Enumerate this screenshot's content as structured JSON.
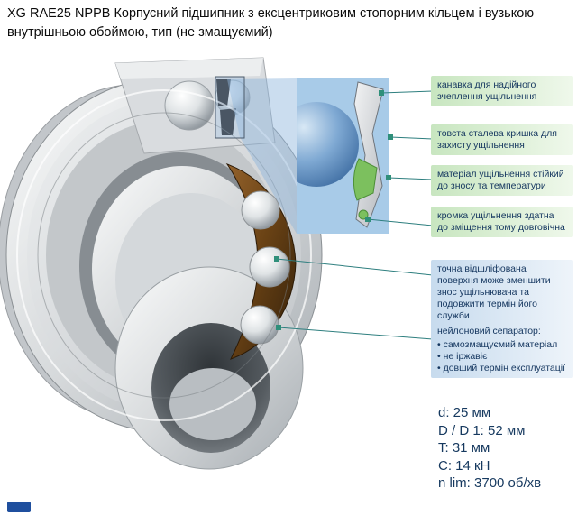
{
  "title": "XG RAE25 NPPB Корпусний підшипник з ексцентриковим стопорним кільцем і вузькою внутрішньою обоймою, тип (не змащуємий)",
  "callouts": [
    {
      "text": "канавка для надійного зчеплення ущільнення"
    },
    {
      "text": "товста сталева кришка для захисту ущільнення"
    },
    {
      "text": "матеріал ущільнення стійкий до зносу та температури"
    },
    {
      "text": "кромка ущільнення здатна до зміщення тому довговічна"
    },
    {
      "text": "точна відшліфована поверхня може зменшити знос ущільнювача та подовжити термін його служби"
    },
    {
      "title": "нейлоновий сепаратор:",
      "bullets": [
        "самозмащуємий матеріал",
        "не іржавіє",
        "довший термін експлуатації"
      ]
    }
  ],
  "specs": [
    "d: 25 мм",
    "D / D 1: 52 мм",
    "T: 31 мм",
    "C: 14 кН",
    "n lim: 3700 об/хв"
  ],
  "colors": {
    "callout_green": "#c8e6c0",
    "callout_blue": "#c7dbee",
    "text_navy": "#14365f",
    "connector_teal": "#2e7f7f",
    "marker_teal": "#2f8f7a",
    "inset_blue": "#a8cbe8",
    "cage_brown": "#6b4315"
  }
}
